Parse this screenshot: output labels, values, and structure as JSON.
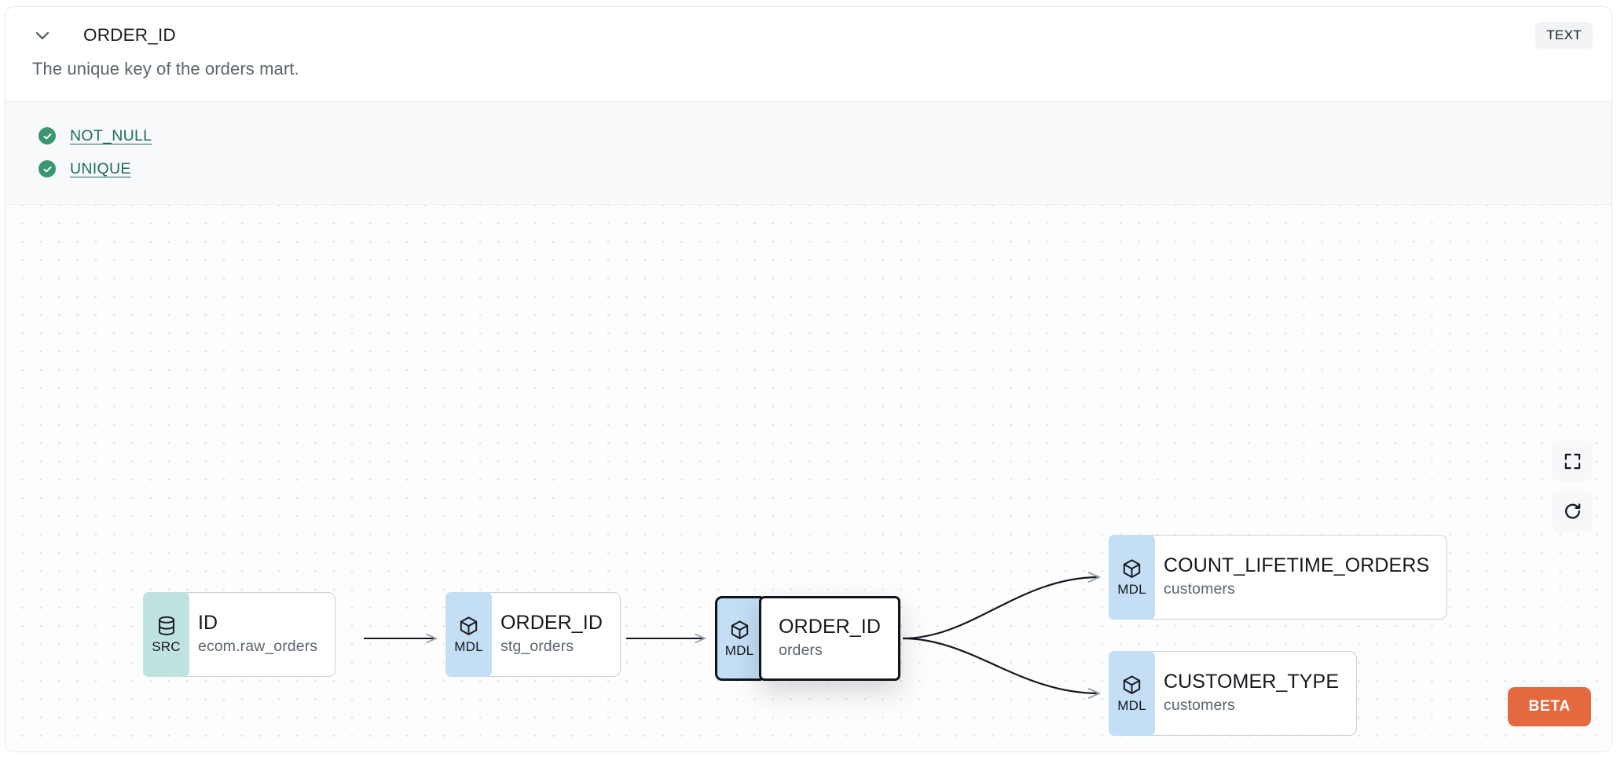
{
  "header": {
    "chevron_icon": "chevron-down-icon",
    "title": "ORDER_ID",
    "type_badge": "TEXT"
  },
  "description": "The unique key of the orders mart.",
  "tests": {
    "items": [
      {
        "icon": "check-circle-icon",
        "label": "NOT_NULL",
        "status": "passed"
      },
      {
        "icon": "check-circle-icon",
        "label": "UNIQUE",
        "status": "passed"
      }
    ]
  },
  "lineage": {
    "nodes": [
      {
        "badge": "SRC",
        "badge_icon": "database-icon",
        "name": "ID",
        "sub": "ecom.raw_orders",
        "selected": false
      },
      {
        "badge": "MDL",
        "badge_icon": "cube-icon",
        "name": "ORDER_ID",
        "sub": "stg_orders",
        "selected": false
      },
      {
        "badge": "MDL",
        "badge_icon": "cube-icon",
        "name": "ORDER_ID",
        "sub": "orders",
        "selected": true
      },
      {
        "badge": "MDL",
        "badge_icon": "cube-icon",
        "name": "COUNT_LIFETIME_ORDERS",
        "sub": "customers",
        "selected": false
      },
      {
        "badge": "MDL",
        "badge_icon": "cube-icon",
        "name": "CUSTOMER_TYPE",
        "sub": "customers",
        "selected": false
      }
    ],
    "controls": [
      {
        "icon": "fit-view-icon",
        "name": "fit-view"
      },
      {
        "icon": "refresh-icon",
        "name": "reset-layout"
      }
    ],
    "beta_badge": "BETA"
  },
  "colors": {
    "src_badge": "#bfe3e0",
    "mdl_badge": "#c3def5",
    "test_pass": "#3a9670",
    "test_link": "#1d6a5f",
    "beta": "#e4693f",
    "selected_border": "#10151c"
  }
}
